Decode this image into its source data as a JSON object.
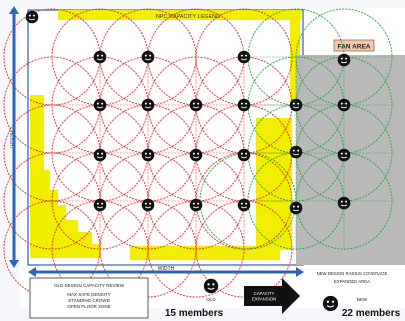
{
  "top_banner": "NPC CAPACITY LEGEND",
  "fan_area_label": "FAN AREA",
  "vertical_dim_label": "HEIGHT",
  "horizontal_dim_label": "WIDTH",
  "legend_left_lines": [
    "OLD DESIGN CAPACITY REVIEW",
    "MAX SAFE DENSITY",
    "STANDING CROWD",
    "OPEN FLOOR ZONE"
  ],
  "old_caption": "OLD",
  "old_count": "15 members",
  "arrow_label": "CAPACITY\nEXPANSION",
  "new_legend_lines": [
    "NEW DESIGN RADIUS COVERAGE",
    "EXPANDED AREA"
  ],
  "new_caption": "NEW",
  "new_count": "22 members",
  "colors": {
    "old_circle": "#e23b3b",
    "new_circle": "#2faa4a",
    "yellow": "#f2ee00",
    "gray_zone": "#b9b9b9",
    "blue_dim": "#2c65b6",
    "face": "#111111"
  },
  "icons": {
    "face": "smiley-face-icon",
    "arrow": "right-arrow-icon"
  }
}
